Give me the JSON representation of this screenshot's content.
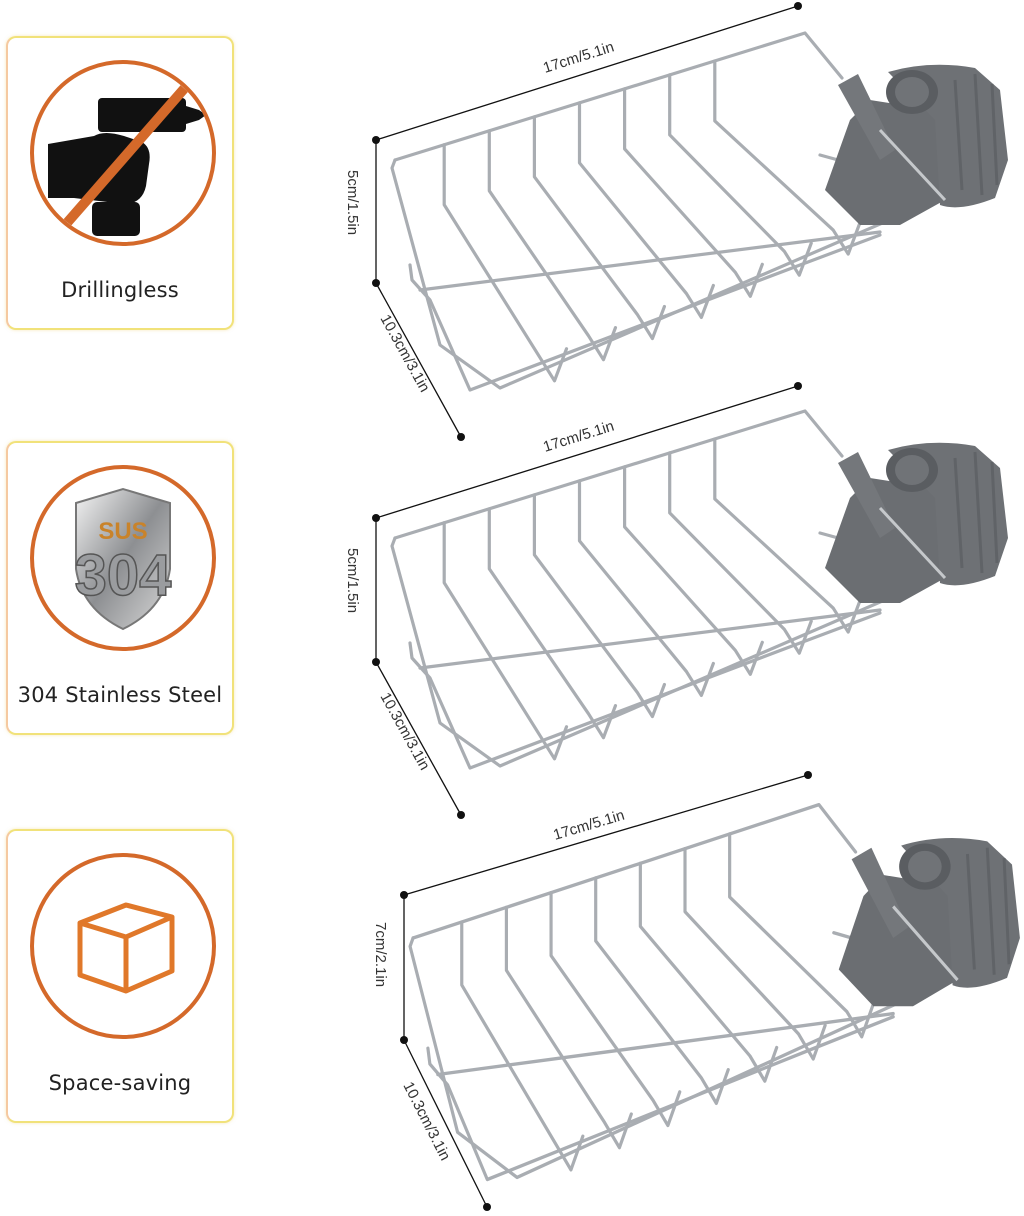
{
  "features": [
    {
      "label": "Drillingless",
      "icon": "no-drill-icon"
    },
    {
      "label": "304 Stainless Steel",
      "icon": "sus304-shield-icon",
      "badge_top": "SUS",
      "badge_bottom": "304"
    },
    {
      "label": "Space-saving",
      "icon": "cube-icon"
    }
  ],
  "racks": [
    {
      "length": "17cm/5.1in",
      "height": "5cm/1.5in",
      "width": "10.3cm/3.1in"
    },
    {
      "length": "17cm/5.1in",
      "height": "5cm/1.5in",
      "width": "10.3cm/3.1in"
    },
    {
      "length": "17cm/5.1in",
      "height": "7cm/2.1in",
      "width": "10.3cm/3.1in"
    }
  ],
  "colors": {
    "accent": "#d4692a",
    "card_border": "#f1e27a",
    "clamp": "#6b6e72",
    "wire": "#b8bcc0"
  }
}
